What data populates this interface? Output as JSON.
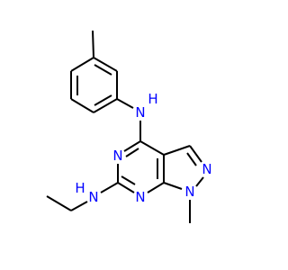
{
  "molecule": {
    "atoms": {
      "N_amine_aryl": "N",
      "H_amine_aryl": "H",
      "N_pyrimidine_5": "N",
      "N_pyrimidine_7": "N",
      "N_pyrazole_2": "N",
      "N_pyrazole_1": "N",
      "N_amine_ethyl": "N",
      "H_amine_ethyl": "H"
    },
    "colors": {
      "bond": "#000000",
      "nitrogen": "#0000ff",
      "background": "#ffffff"
    }
  }
}
